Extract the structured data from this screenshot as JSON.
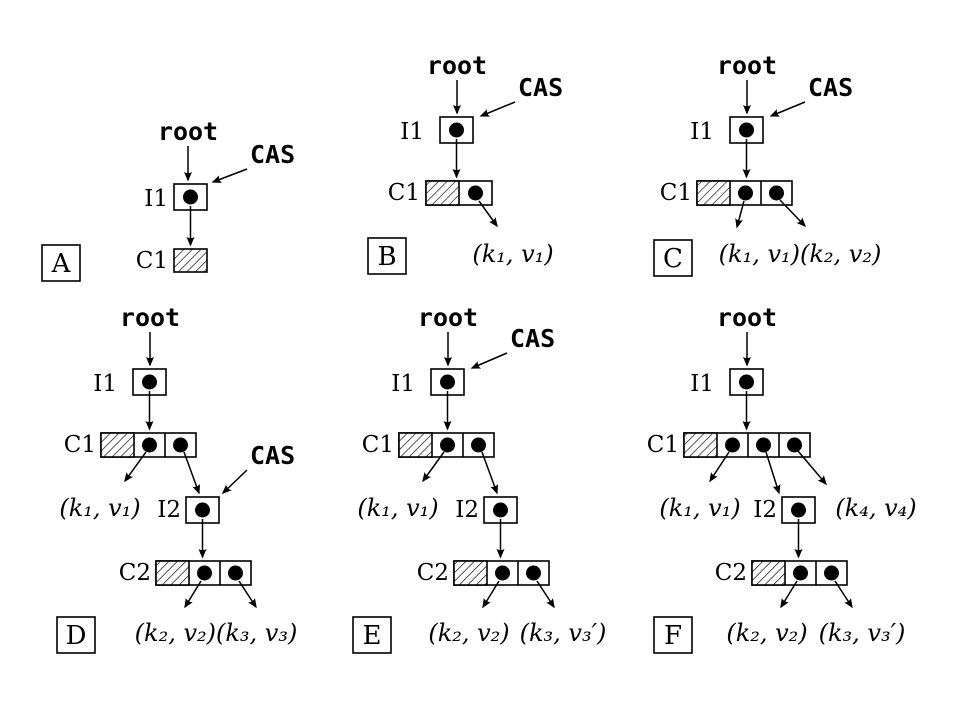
{
  "figure": {
    "background_color": "#ffffff",
    "ink_color": "#000000"
  },
  "panels": {
    "A": {
      "tag": "A",
      "root_label": "root",
      "cas_label": "CAS",
      "i1_label": "I1",
      "c1_label": "C1"
    },
    "B": {
      "tag": "B",
      "root_label": "root",
      "cas_label": "CAS",
      "i1_label": "I1",
      "c1_label": "C1",
      "kv1": "(k₁, v₁)"
    },
    "C": {
      "tag": "C",
      "root_label": "root",
      "cas_label": "CAS",
      "i1_label": "I1",
      "c1_label": "C1",
      "kv12": "(k₁, v₁)(k₂, v₂)"
    },
    "D": {
      "tag": "D",
      "root_label": "root",
      "cas_label": "CAS",
      "i1_label": "I1",
      "c1_label": "C1",
      "i2_label": "I2",
      "c2_label": "C2",
      "kv1": "(k₁, v₁)",
      "kv23": "(k₂, v₂)(k₃, v₃)"
    },
    "E": {
      "tag": "E",
      "root_label": "root",
      "cas_label": "CAS",
      "i1_label": "I1",
      "c1_label": "C1",
      "i2_label": "I2",
      "c2_label": "C2",
      "kv1": "(k₁, v₁)",
      "kv2": "(k₂, v₂)",
      "kv3": "(k₃, v₃′)"
    },
    "F": {
      "tag": "F",
      "root_label": "root",
      "i1_label": "I1",
      "c1_label": "C1",
      "i2_label": "I2",
      "c2_label": "C2",
      "kv1": "(k₁, v₁)",
      "kv4": "(k₄, v₄)",
      "kv2": "(k₂, v₂)",
      "kv3": "(k₃, v₃′)"
    }
  }
}
